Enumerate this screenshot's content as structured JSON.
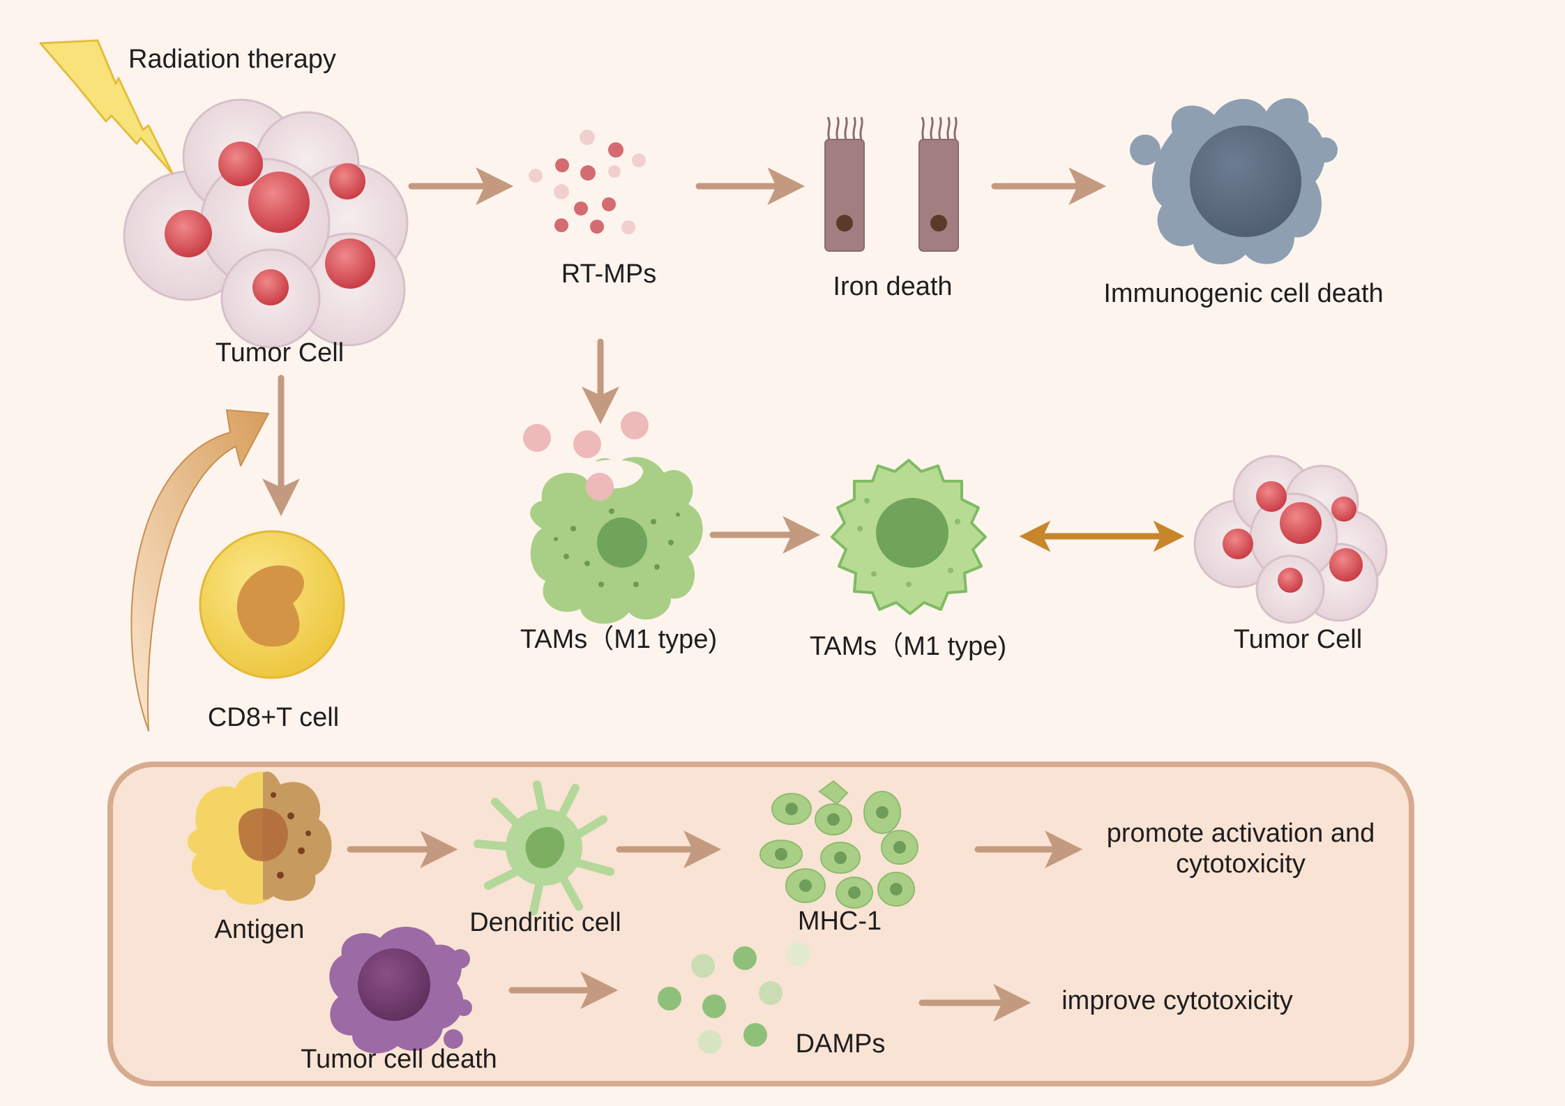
{
  "colors": {
    "background": "#fdf4ee",
    "panel_fill": "#f9e3d4",
    "panel_border": "#d7ab90",
    "arrow": "#c39a80",
    "double_arrow": "#c8862a",
    "lightning": "#f8e27a",
    "tumor_nucleus": "#d8545a",
    "tam_green": "#a9cf86",
    "t_cell_yellow": "#f3d35c",
    "dying_cell_purple": "#8e5c95",
    "icd_cell_blue": "#8d9fb0"
  },
  "icons": {
    "lightning": "lightning-bolt-icon",
    "tumor_cluster": "tumor-cell-cluster-icon",
    "microparticles": "microparticle-dots-icon",
    "ferroptosis_cells": "epithelial-cell-icon",
    "icd_cell": "blebbing-cell-icon",
    "macrophage": "macrophage-icon",
    "t_cell": "t-cell-icon",
    "antigen": "antigen-cell-icon",
    "dendritic": "dendritic-cell-icon",
    "mhc_cells": "mhc-cell-group-icon",
    "dying_cell": "dying-tumor-cell-icon",
    "damps": "damp-dots-icon"
  },
  "labels": {
    "radiation": "Radiation therapy",
    "tumor_cell_top": "Tumor Cell",
    "rt_mps": "RT-MPs",
    "iron_death": "Iron death",
    "icd": "Immunogenic cell death",
    "tams_1": "TAMs（M1 type)",
    "tams_2": "TAMs（M1 type)",
    "tumor_cell_mid": "Tumor Cell",
    "cd8": "CD8+T cell"
  },
  "panel": {
    "antigen": "Antigen",
    "dendritic": "Dendritic cell",
    "mhc": "MHC-1",
    "promote_line1": "promote activation and",
    "promote_line2": "cytotoxicity",
    "tumor_death": "Tumor cell death",
    "damps": "DAMPs",
    "improve": "improve cytotoxicity"
  }
}
